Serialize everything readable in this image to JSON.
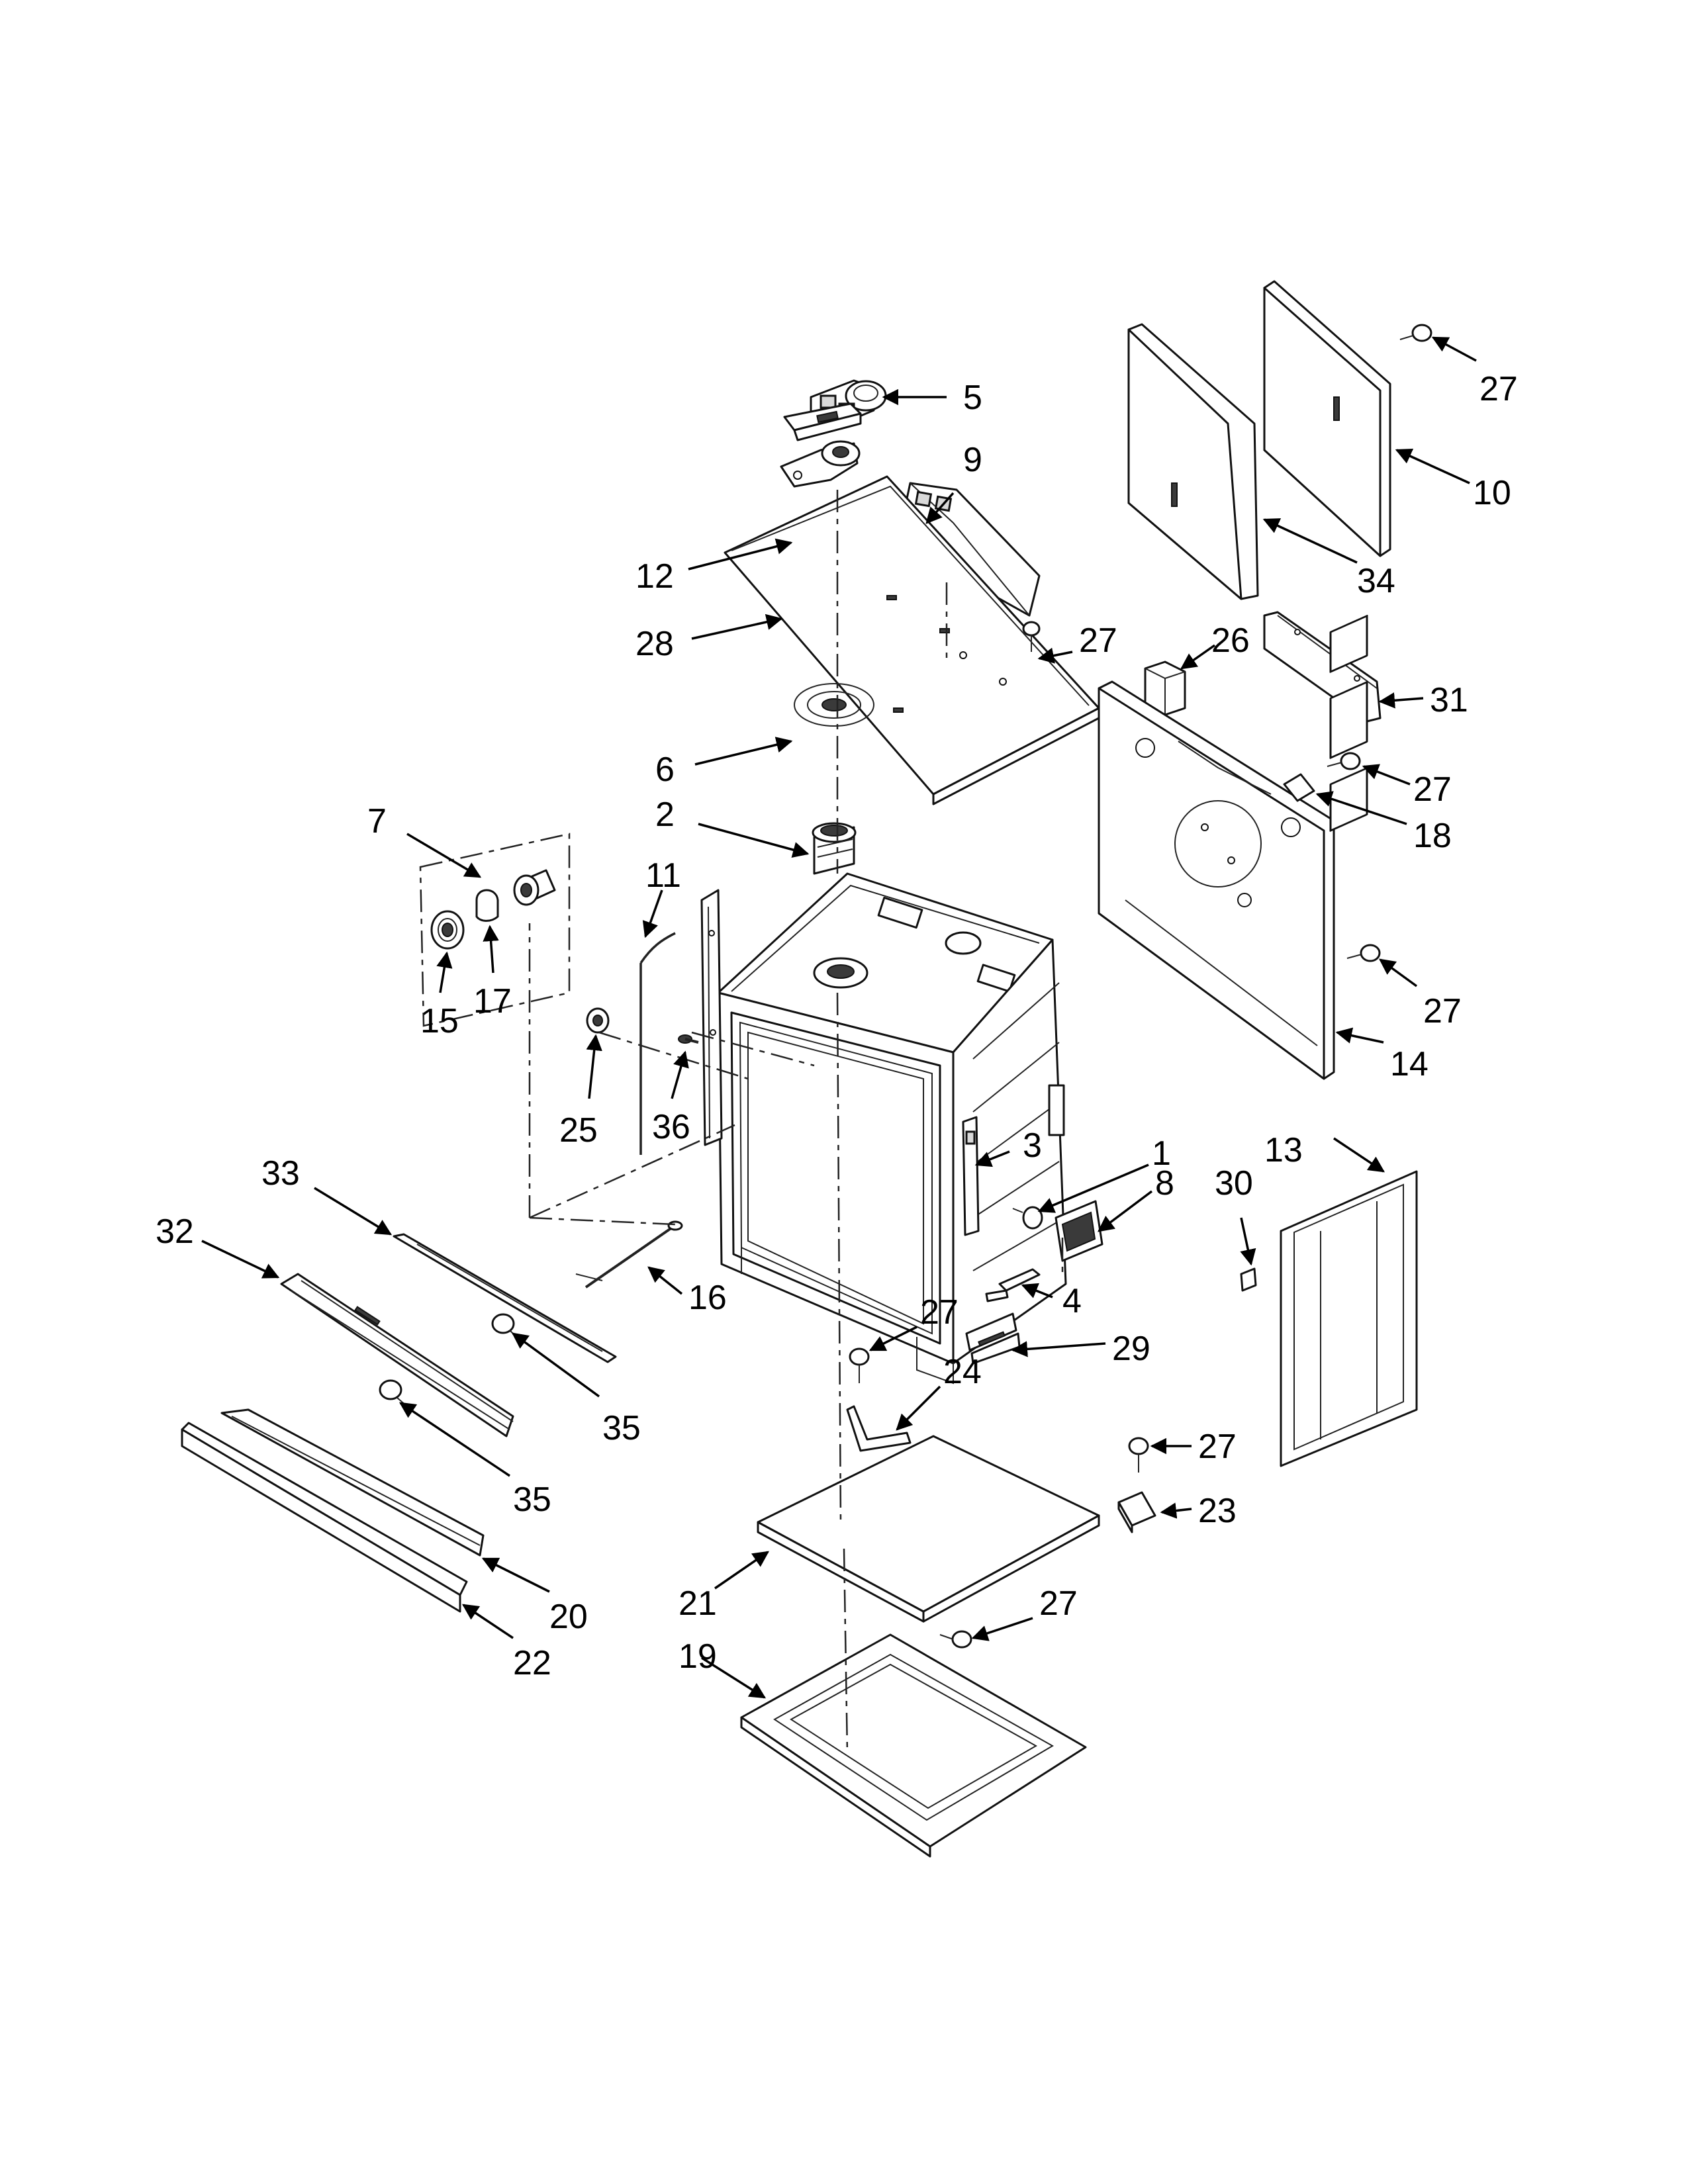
{
  "callouts": [
    {
      "key": "c5",
      "label": "5"
    },
    {
      "key": "c9",
      "label": "9"
    },
    {
      "key": "c12",
      "label": "12"
    },
    {
      "key": "c28",
      "label": "28"
    },
    {
      "key": "c27a",
      "label": "27"
    },
    {
      "key": "c6",
      "label": "6"
    },
    {
      "key": "c2",
      "label": "2"
    },
    {
      "key": "c7",
      "label": "7"
    },
    {
      "key": "c11",
      "label": "11"
    },
    {
      "key": "c15",
      "label": "15"
    },
    {
      "key": "c17",
      "label": "17"
    },
    {
      "key": "c25",
      "label": "25"
    },
    {
      "key": "c36",
      "label": "36"
    },
    {
      "key": "c3",
      "label": "3"
    },
    {
      "key": "c1",
      "label": "1"
    },
    {
      "key": "c8",
      "label": "8"
    },
    {
      "key": "c4",
      "label": "4"
    },
    {
      "key": "c29",
      "label": "29"
    },
    {
      "key": "c27b",
      "label": "27"
    },
    {
      "key": "c24",
      "label": "24"
    },
    {
      "key": "c16",
      "label": "16"
    },
    {
      "key": "c33",
      "label": "33"
    },
    {
      "key": "c32",
      "label": "32"
    },
    {
      "key": "c35a",
      "label": "35"
    },
    {
      "key": "c35b",
      "label": "35"
    },
    {
      "key": "c20",
      "label": "20"
    },
    {
      "key": "c22",
      "label": "22"
    },
    {
      "key": "c21",
      "label": "21"
    },
    {
      "key": "c27c",
      "label": "27"
    },
    {
      "key": "c19",
      "label": "19"
    },
    {
      "key": "c27d",
      "label": "27"
    },
    {
      "key": "c23",
      "label": "23"
    },
    {
      "key": "c27e",
      "label": "27"
    },
    {
      "key": "c10",
      "label": "10"
    },
    {
      "key": "c34",
      "label": "34"
    },
    {
      "key": "c26",
      "label": "26"
    },
    {
      "key": "c31",
      "label": "31"
    },
    {
      "key": "c27f",
      "label": "27"
    },
    {
      "key": "c18",
      "label": "18"
    },
    {
      "key": "c27g",
      "label": "27"
    },
    {
      "key": "c14",
      "label": "14"
    },
    {
      "key": "c13",
      "label": "13"
    },
    {
      "key": "c30",
      "label": "30"
    }
  ]
}
